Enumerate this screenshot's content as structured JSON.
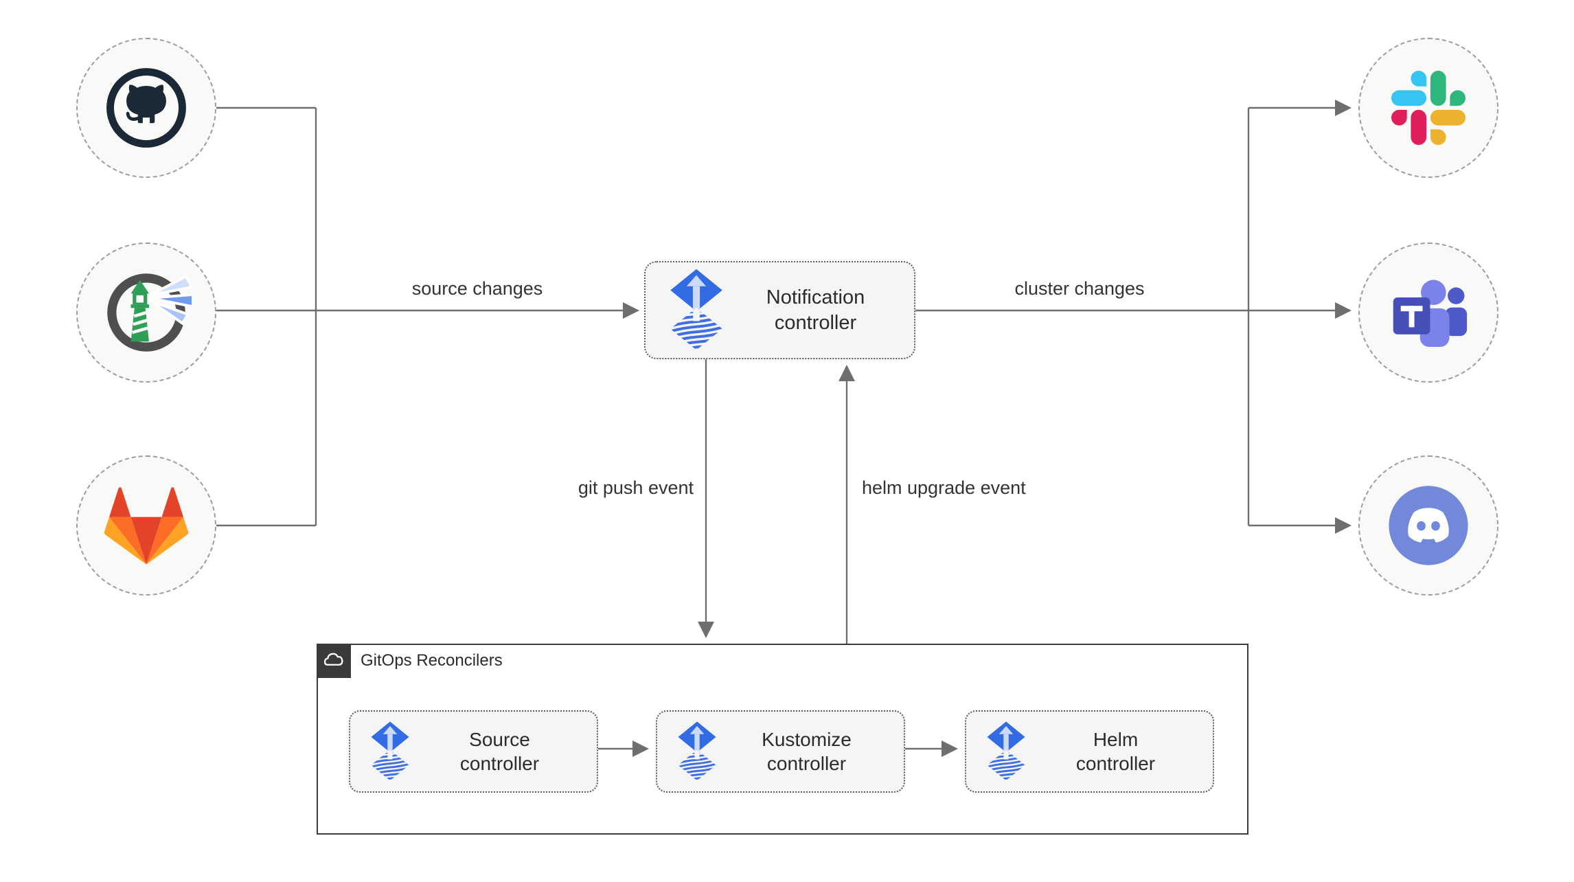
{
  "nodes": {
    "notification": {
      "label": "Notification controller",
      "icon": "flux-icon"
    },
    "source": {
      "label": "Source controller",
      "icon": "flux-icon"
    },
    "kustomize": {
      "label": "Kustomize controller",
      "icon": "flux-icon"
    },
    "helm": {
      "label": "Helm controller",
      "icon": "flux-icon"
    },
    "reconcilers_group": {
      "label": "GitOps Reconcilers",
      "icon": "cloud-icon"
    }
  },
  "sources": [
    {
      "icon": "github-icon"
    },
    {
      "icon": "harbor-icon"
    },
    {
      "icon": "gitlab-icon"
    }
  ],
  "targets": [
    {
      "icon": "slack-icon"
    },
    {
      "icon": "teams-icon"
    },
    {
      "icon": "discord-icon"
    }
  ],
  "edge_labels": {
    "source_changes": "source changes",
    "cluster_changes": "cluster changes",
    "git_push_event": "git push event",
    "helm_upgrade_event": "helm upgrade event"
  },
  "colors": {
    "line": "#6e6e6e",
    "text": "#2b2b2b",
    "node_bg": "#f5f5f5",
    "node_border": "#5a5a5a",
    "circle_bg": "#f9f9f7",
    "circle_border": "#9c9c9c",
    "group_border": "#3a3a3a",
    "badge_bg": "#3a3a3a",
    "flux_blue": "#326ce5",
    "flux_arrow_light": "#ccd9f7",
    "github_dark": "#1b2836",
    "harbor_ring": "#4f4f4f",
    "harbor_green": "#2f9e57",
    "harbor_beam_dark": "#6f9cf1",
    "harbor_beam_light": "#cddffb",
    "gitlab_red": "#e24329",
    "gitlab_orange": "#fc6d26",
    "gitlab_yellow": "#fca326",
    "slack_blue": "#36c5f0",
    "slack_green": "#2eb67d",
    "slack_yellow": "#ecb22e",
    "slack_red": "#e01e5a",
    "teams_dark": "#464eb8",
    "teams_mid": "#5059c9",
    "teams_light": "#7b83eb",
    "discord_blurple": "#7289da"
  }
}
